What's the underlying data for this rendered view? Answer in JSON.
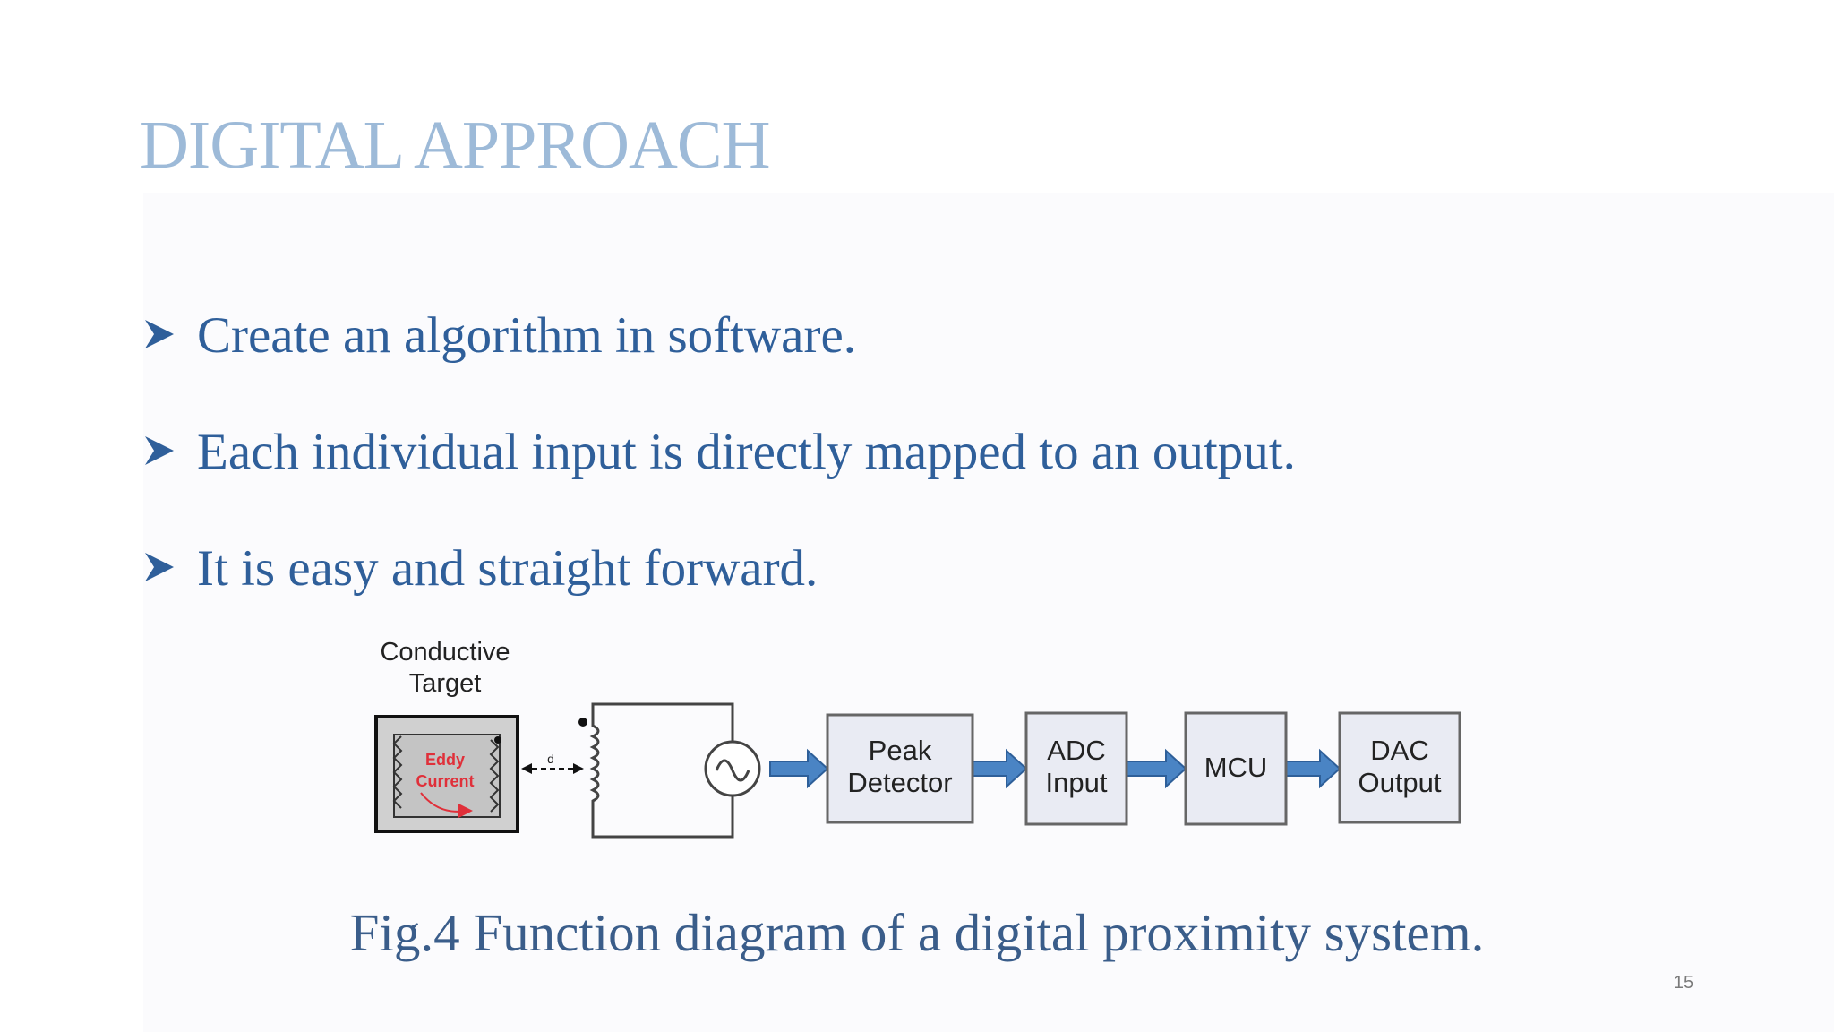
{
  "slide": {
    "title": "DIGITAL APPROACH",
    "bullets": [
      {
        "text": "Create an algorithm in software.",
        "marker": "arrow-bullet-icon"
      },
      {
        "text": "Each individual input is directly mapped to an output.",
        "marker": "arrow-bullet-icon"
      },
      {
        "text": "It is easy and straight forward.",
        "marker": "arrow-bullet-icon"
      }
    ],
    "caption": "Fig.4 Function diagram of a digital proximity system.",
    "page_number": "15"
  },
  "diagram": {
    "target_label_line1": "Conductive",
    "target_label_line2": "Target",
    "eddy_line1": "Eddy",
    "eddy_line2": "Current",
    "distance_label": "d",
    "blocks": [
      {
        "line1": "Peak",
        "line2": "Detector"
      },
      {
        "line1": "ADC",
        "line2": "Input"
      },
      {
        "line1": "MCU",
        "line2": ""
      },
      {
        "line1": "DAC",
        "line2": "Output"
      }
    ],
    "colors": {
      "title": "#9dbad8",
      "text": "#2f5f9a",
      "block_fill": "#e9ebf3",
      "arrow": "#4a84c4",
      "eddy": "#e0303a"
    }
  }
}
